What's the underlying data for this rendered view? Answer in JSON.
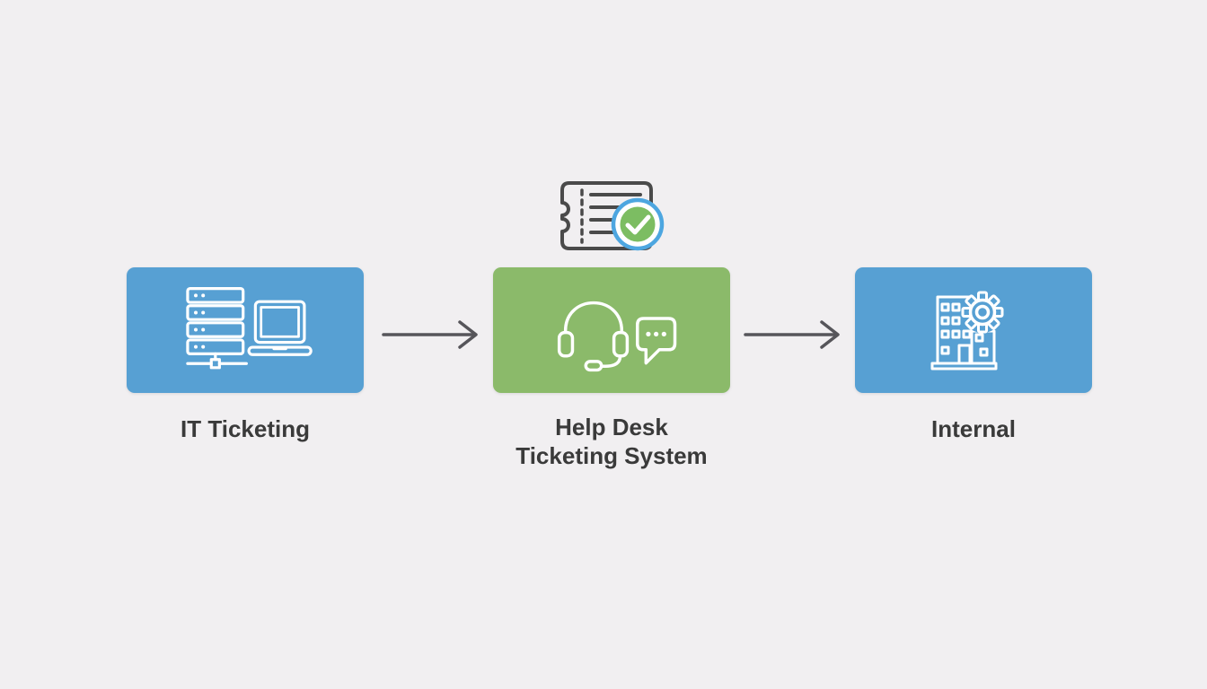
{
  "diagram": {
    "background_color": "#f1eff1",
    "label_text_color": "#3a3a3a",
    "icon_stroke_color": "#ffffff",
    "nodes": [
      {
        "label": "IT Ticketing",
        "color": "#57a0d3",
        "icon": "server-laptop-icon"
      },
      {
        "label_line1": "Help Desk",
        "label_line2": "Ticketing System",
        "color": "#8bba6a",
        "icon": "headset-chat-bubble-icon",
        "badge": {
          "icon": "ticket-check-icon",
          "outline_color": "#4a4a4a",
          "ring_color": "#4da6e0",
          "fill_color": "#7cbd62",
          "check_color": "#ffffff"
        }
      },
      {
        "label": "Internal",
        "color": "#57a0d3",
        "icon": "building-gear-icon"
      }
    ],
    "connectors": [
      {
        "type": "arrow",
        "direction": "right",
        "color": "#56555a"
      },
      {
        "type": "arrow",
        "direction": "right",
        "color": "#56555a"
      }
    ]
  }
}
